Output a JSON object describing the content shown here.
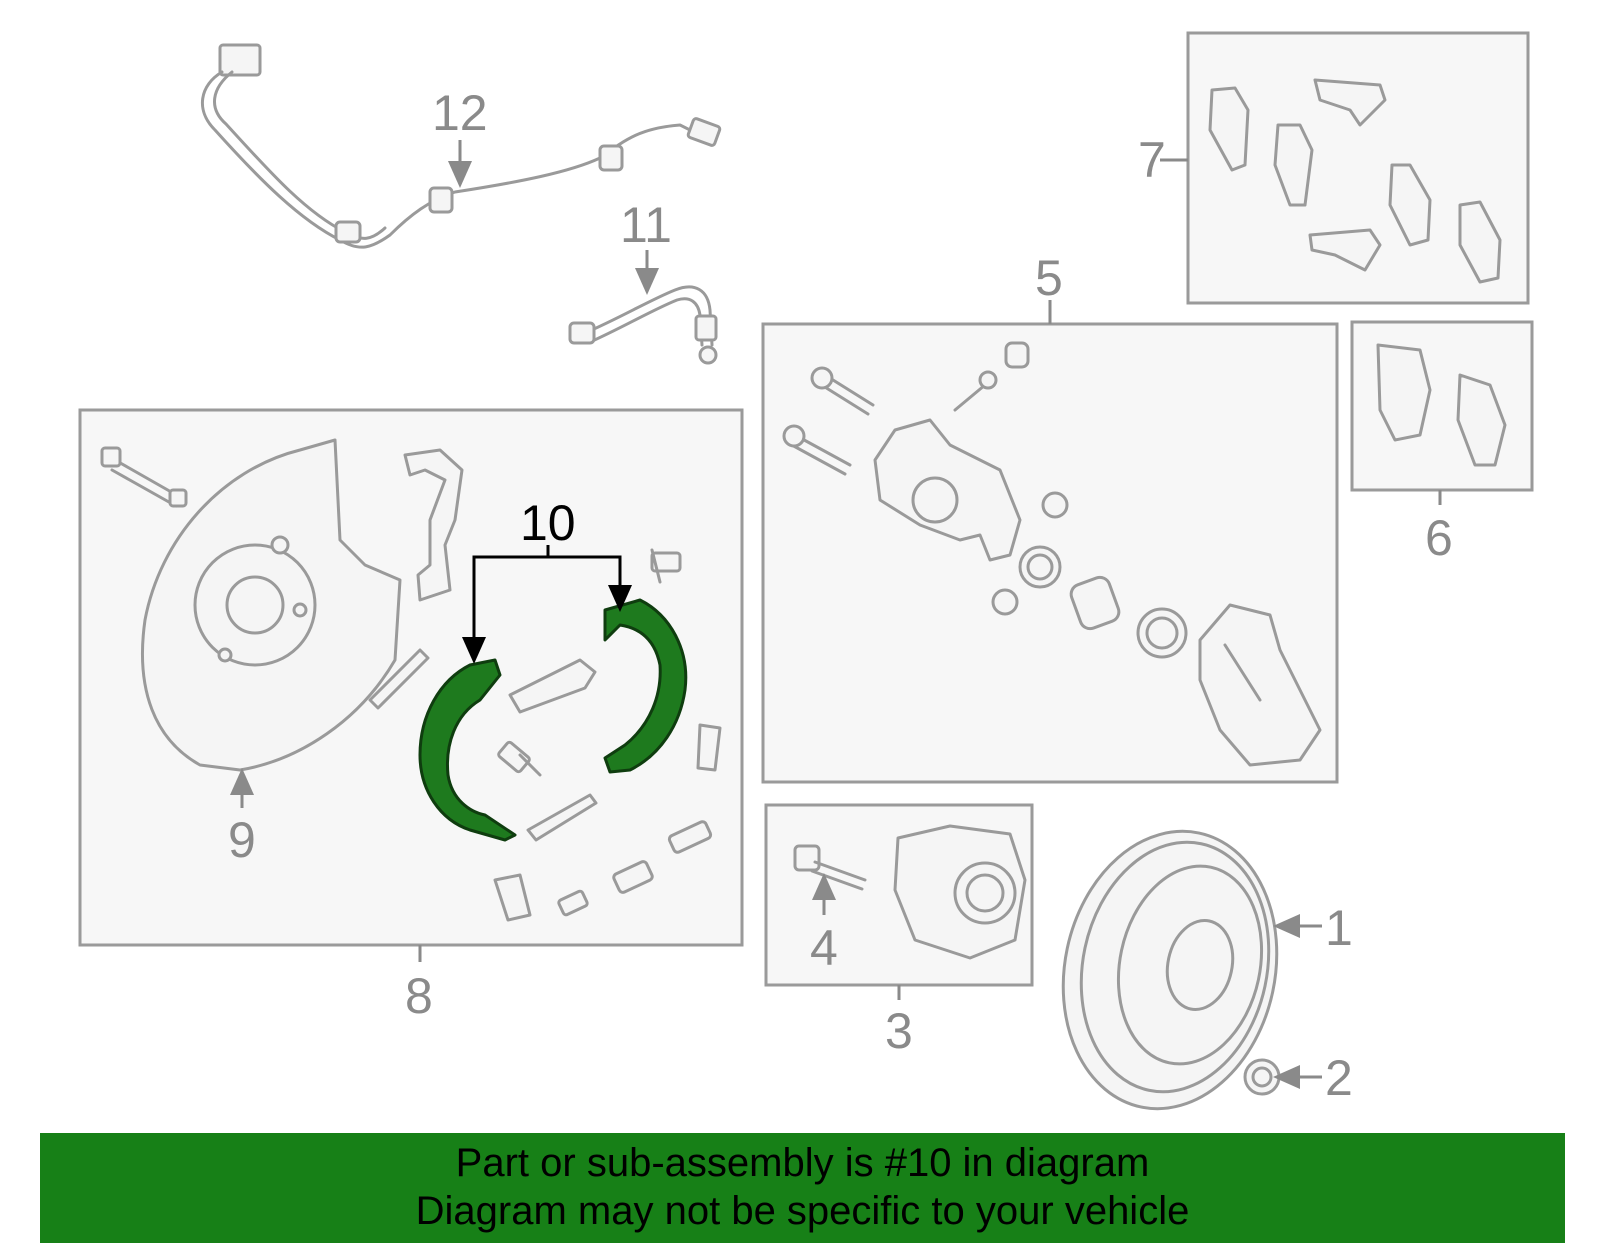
{
  "callouts": {
    "c1": "1",
    "c2": "2",
    "c3": "3",
    "c4": "4",
    "c5": "5",
    "c6": "6",
    "c7": "7",
    "c8": "8",
    "c9": "9",
    "c10": "10",
    "c11": "11",
    "c12": "12"
  },
  "highlight_color": "#1e7a1e",
  "banner": {
    "line1": "Part or sub-assembly is #10 in diagram",
    "line2": "Diagram may not be specific to your vehicle",
    "color": "#178017"
  }
}
